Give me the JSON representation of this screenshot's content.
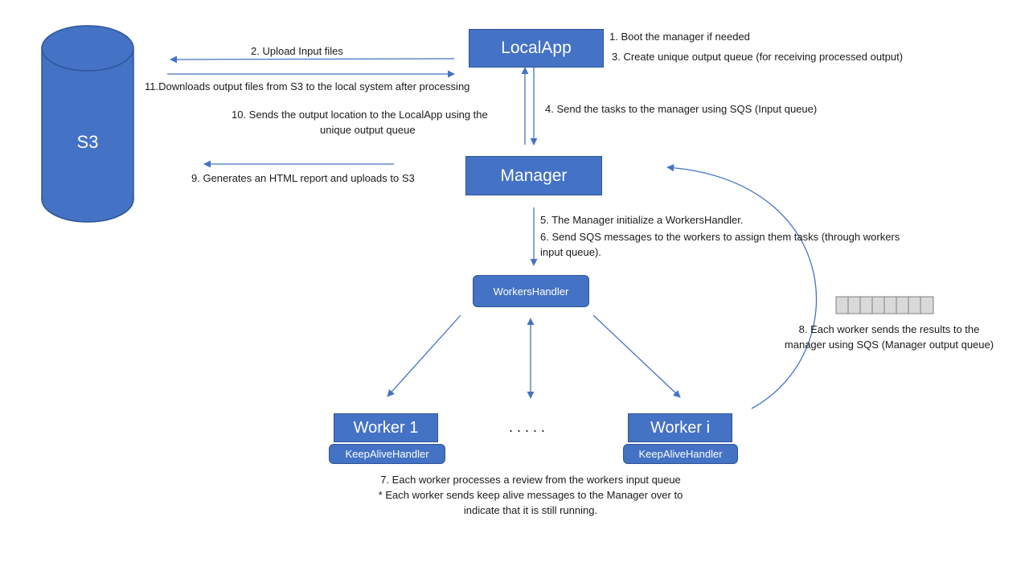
{
  "nodes": {
    "s3": "S3",
    "localapp": "LocalApp",
    "manager": "Manager",
    "workers_handler": "WorkersHandler",
    "worker1": "Worker 1",
    "workeri": "Worker i",
    "keepalive1": "KeepAliveHandler",
    "keepalivei": "KeepAliveHandler",
    "ellipsis": ". . . . ."
  },
  "steps": {
    "s1": "1. Boot the manager if needed",
    "s2": "2. Upload Input files",
    "s3": "3. Create unique output queue (for receiving processed output)",
    "s4": "4. Send the tasks to the manager using SQS (Input queue)",
    "s5": "5. The Manager initialize a WorkersHandler.",
    "s6a": "6. Send SQS messages to the workers to assign them tasks (through workers",
    "s6b": "input queue).",
    "s7": "7. Each worker processes a review from the workers input queue",
    "s7b": "* Each worker sends keep alive messages to the Manager over to",
    "s7c": "indicate that it is still running.",
    "s8a": "8. Each worker sends the results to the",
    "s8b": "manager using SQS (Manager output queue)",
    "s9": "9. Generates an HTML report and uploads to S3",
    "s10a": "10. Sends the output location to the LocalApp using the",
    "s10b": "unique output queue",
    "s11": "11.Downloads output files from S3 to the local system after processing"
  },
  "colors": {
    "node_fill": "#4472c4",
    "node_border": "#2f5597",
    "arrow": "#4472c4",
    "queue_fill": "#d9d9d9",
    "queue_border": "#7f7f7f"
  }
}
